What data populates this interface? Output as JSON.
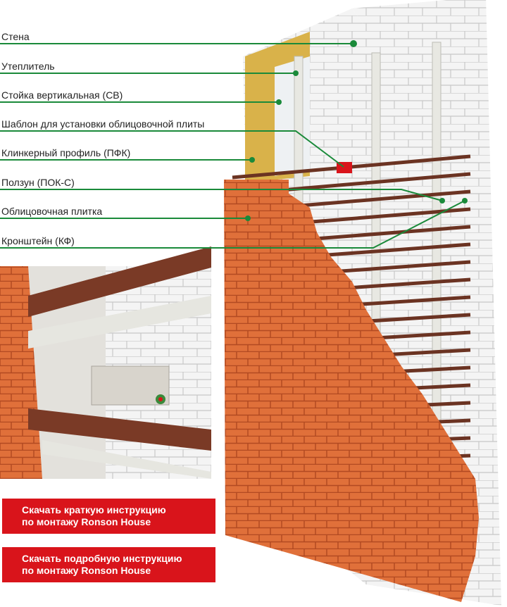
{
  "labels": [
    "Стена",
    "Утеплитель",
    "Стойка вертикальная (СВ)",
    "Шаблон для установки облицовочной плиты",
    "Клинкерный профиль (ПФК)",
    "Ползун (ПОК-С)",
    "Облицовочная плитка",
    "Кронштейн (КФ)"
  ],
  "buttons": [
    {
      "line1": "Скачать краткую инструкцию",
      "line2": "по монтажу Ronson House"
    },
    {
      "line1": "Скачать подробную инструкцию",
      "line2": "по монтажу Ronson House"
    }
  ],
  "colors": {
    "leader": "#1a8a3a",
    "button": "#d9141b",
    "tile": "#e0703a",
    "rail": "#7a3a26"
  }
}
